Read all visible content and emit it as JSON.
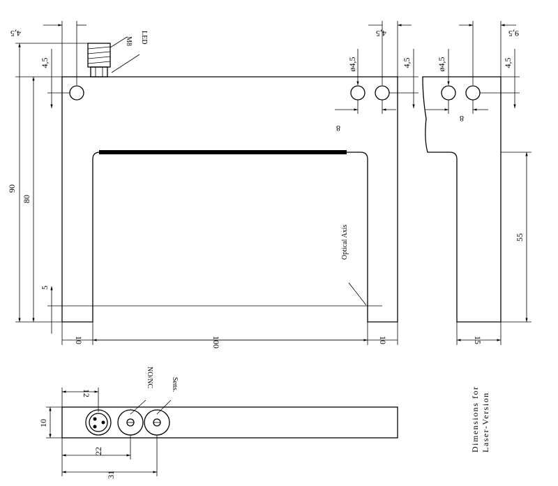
{
  "dimensions": {
    "height_total": "90",
    "height_inner": "80",
    "offset_5": "5",
    "top_left_45": "4,5",
    "top_left_45_rot": "4,5",
    "hole_dia_right": "ø4,5",
    "hole_dia_side": "ø4,5",
    "top_right_45": "4,5",
    "top_right_45_rot": "4,5",
    "side_top_45": "4,5",
    "side_95": "9,5",
    "spacing_8_front": "8",
    "spacing_8_side": "8",
    "depth_55": "55",
    "width_10_left": "10",
    "width_100": "100",
    "width_10_right": "10",
    "width_15": "15",
    "bottom_10": "10",
    "bottom_12": "12",
    "bottom_22": "22",
    "bottom_31": "31"
  },
  "labels": {
    "m8": "M8",
    "led": "LED",
    "optical_axis": "Optical Axis",
    "no_nc": "NO/NC",
    "sens": "Sens.",
    "caption_line1": "Dimensions for",
    "caption_line2": "Laser-Version"
  }
}
